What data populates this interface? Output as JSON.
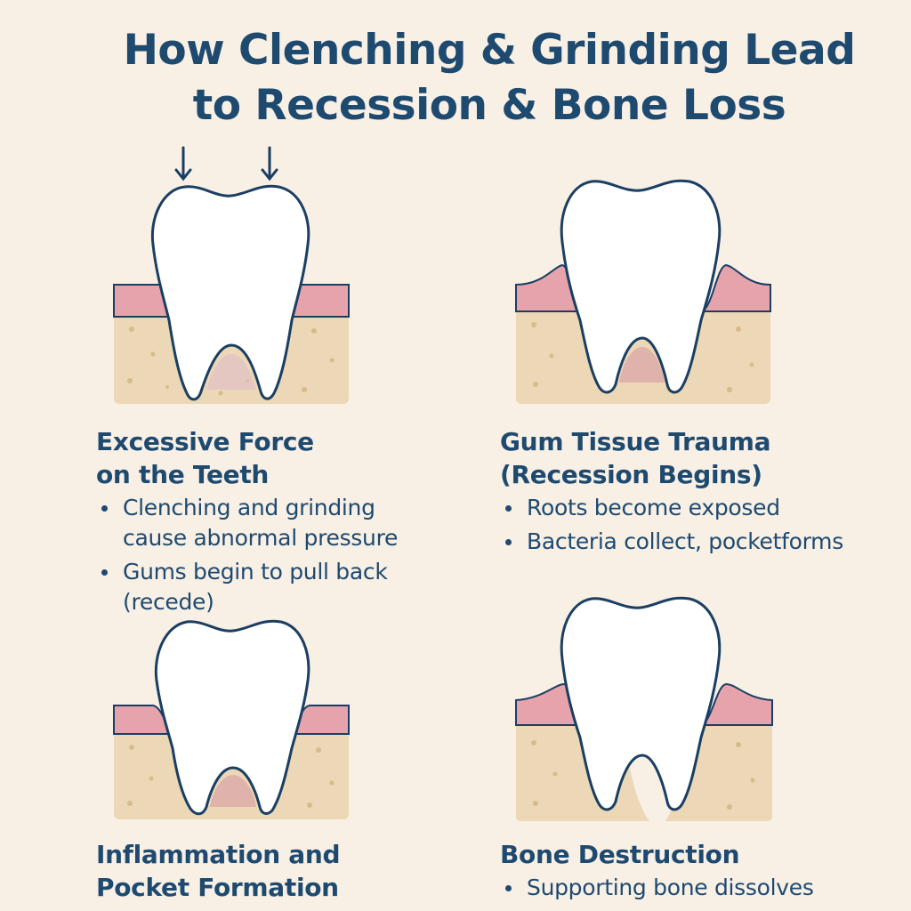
{
  "title": {
    "line1": "How Clenching & Grinding Lead",
    "line2": "to Recession & Bone Loss"
  },
  "colors": {
    "background": "#f8efe5",
    "heading": "#1e4a70",
    "gum": "#e7a3ac",
    "gum_dark": "#c96f7c",
    "bone": "#ecd8b6",
    "bone_speckle": "#d6bb8d",
    "tooth": "#ffffff",
    "outline": "#1a3f63"
  },
  "panels": [
    {
      "id": "excessive-force",
      "heading_line1": "Excessive Force",
      "heading_line2": "on the Teeth",
      "bullets": [
        "Clenching and grinding cause abnormal pressure",
        "Gums begin to pull back (recede)"
      ]
    },
    {
      "id": "gum-trauma",
      "heading_line1": "Gum Tissue Trauma",
      "heading_line2": "(Recession Begins)",
      "bullets": [
        "Roots become exposed",
        "Bacteria collect, pocketforms"
      ]
    },
    {
      "id": "inflammation",
      "heading_line1": "Inflammation and",
      "heading_line2": "Pocket Formation",
      "bullets": []
    },
    {
      "id": "bone-destruction",
      "heading_line1": "Bone Destruction",
      "heading_line2": "",
      "bullets": [
        "Supporting bone dissolves"
      ]
    }
  ],
  "figures": [
    {
      "panel": "excessive-force",
      "arrows": true,
      "recession": "none"
    },
    {
      "panel": "gum-trauma",
      "arrows": false,
      "recession": "early"
    },
    {
      "panel": "inflammation",
      "arrows": false,
      "recession": "pocket"
    },
    {
      "panel": "bone-destruction",
      "arrows": false,
      "recession": "bone-loss"
    }
  ]
}
